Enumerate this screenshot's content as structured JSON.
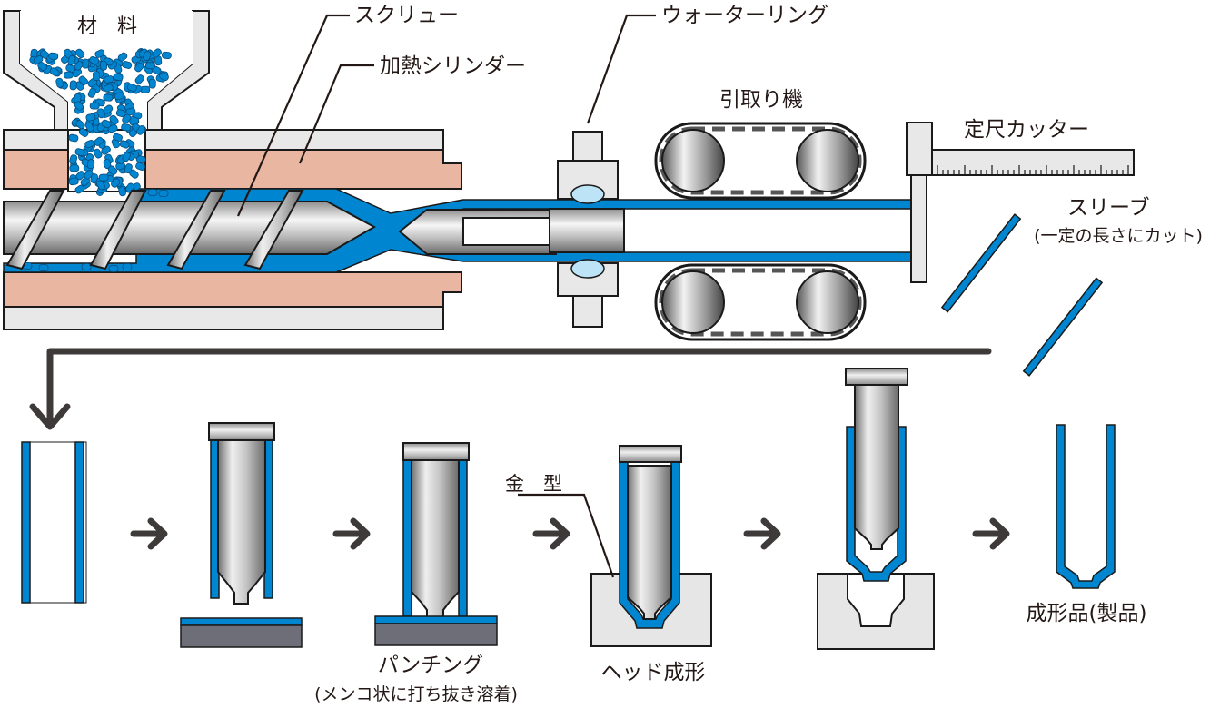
{
  "labels": {
    "material": "材　料",
    "screw": "スクリュー",
    "heated_cylinder": "加熱シリンダー",
    "water_ring": "ウォーターリング",
    "haul_off": "引取り機",
    "cutter": "定尺カッター",
    "sleeve": "スリーブ",
    "sleeve_note": "(一定の長さにカット)",
    "mold": "金　型",
    "punching": "パンチング",
    "punching_note": "(メンコ状に打ち抜き溶着)",
    "head_forming": "ヘッド成形",
    "product": "成形品(製品)"
  },
  "colors": {
    "resin_blue": "#0086d1",
    "cylinder_pink": "#e9b6a2",
    "housing_grey": "#e8e8e8",
    "mold_grey": "#e6e6e6",
    "plate_dark": "#6e6e78",
    "arrow": "#3e3a39",
    "line": "#231815"
  },
  "icons": {
    "flow_arrow": "right-arrow-icon",
    "return_arrow": "down-arrow-icon"
  }
}
